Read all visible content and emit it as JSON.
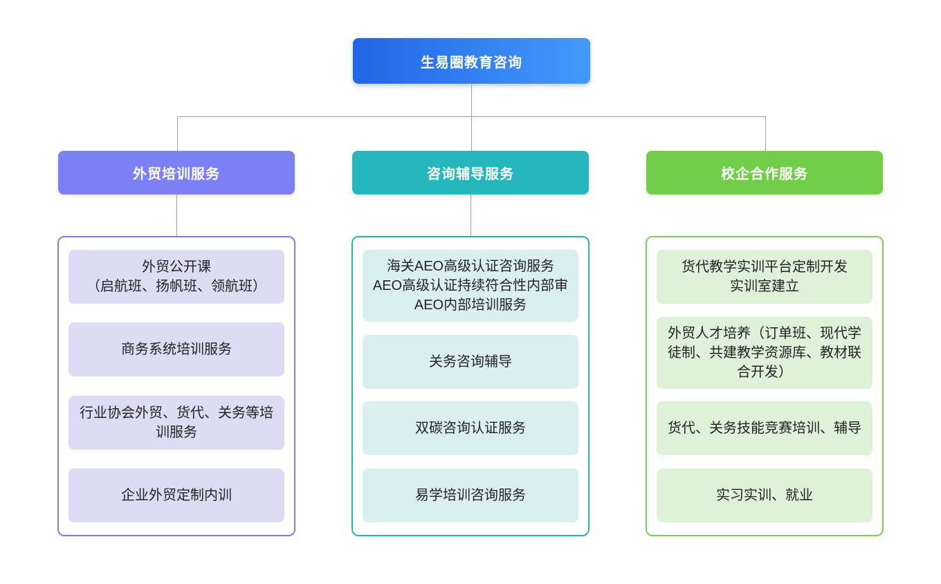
{
  "page": {
    "background_color": "#ffffff"
  },
  "connector_color": "#95a0ab",
  "root_node": {
    "label": "生易圈教育咨询",
    "gradient_from": "#2166e5",
    "gradient_to": "#4499fb",
    "text_color": "#ffffff"
  },
  "branches": [
    {
      "label": "外贸培训服务",
      "header_color": "#7b80f2",
      "container_border_color": "#7b7ef0",
      "item_bg_color": "#dedcf5",
      "has_connector_stub": true,
      "items": [
        "外贸公开课\n（启航班、扬帆班、领航班）",
        "商务系统培训服务",
        "行业协会外贸、货代、关务等培训服务",
        "企业外贸定制内训"
      ]
    },
    {
      "label": "咨询辅导服务",
      "header_color": "#26b7bc",
      "container_border_color": "#2ab3ba",
      "item_bg_color": "#d9eff0",
      "has_connector_stub": true,
      "items": [
        "海关AEO高级认证咨询服务\nAEO高级认证持续符合性内部审\nAEO内部培训服务",
        "关务咨询辅导",
        "双碳咨询认证服务",
        "易学培训咨询服务"
      ]
    },
    {
      "label": "校企合作服务",
      "header_color": "#72ce48",
      "container_border_color": "#79cf52",
      "item_bg_color": "#def2d9",
      "has_connector_stub": false,
      "items": [
        "货代教学实训平台定制开发\n实训室建立",
        "外贸人才培养（订单班、现代学徒制、共建教学资源库、教材联合开发）",
        "货代、关务技能竞赛培训、辅导",
        "实习实训、就业"
      ]
    }
  ]
}
